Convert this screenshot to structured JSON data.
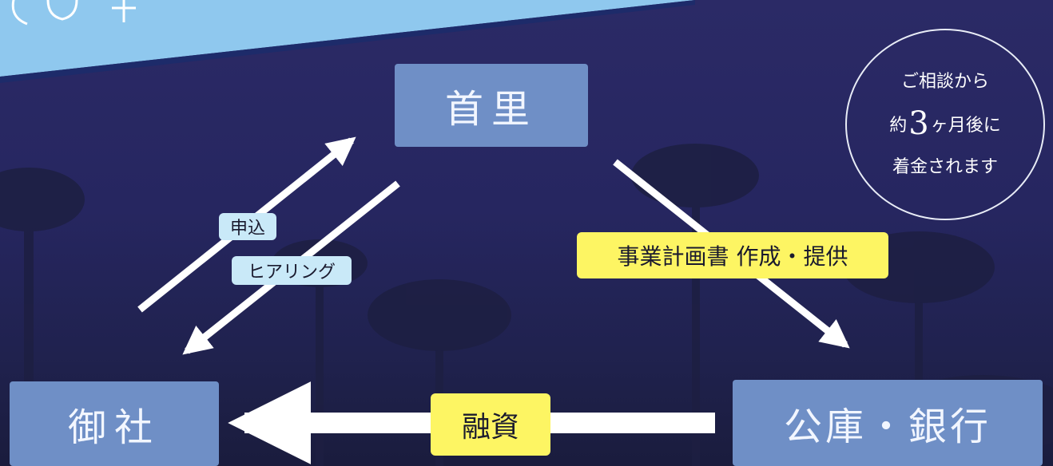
{
  "header": {
    "partial_text": "ぱ"
  },
  "nodes": {
    "shuri": "首里",
    "onsha": "御社",
    "bank": "公庫・銀行"
  },
  "labels": {
    "apply": "申込",
    "hearing": "ヒアリング",
    "business_plan": "事業計画書 作成・提供",
    "financing": "融資"
  },
  "note": {
    "line1": "ご相談から",
    "line2_prefix": "約",
    "line2_number": "3",
    "line2_suffix": "ヶ月後に",
    "line3": "着金されます"
  },
  "colors": {
    "node_fill": "#6f8fc6",
    "label_blue": "#c9e9f8",
    "label_yellow": "#fdf563",
    "arrow": "#ffffff",
    "banner": "#8fc8ee"
  }
}
